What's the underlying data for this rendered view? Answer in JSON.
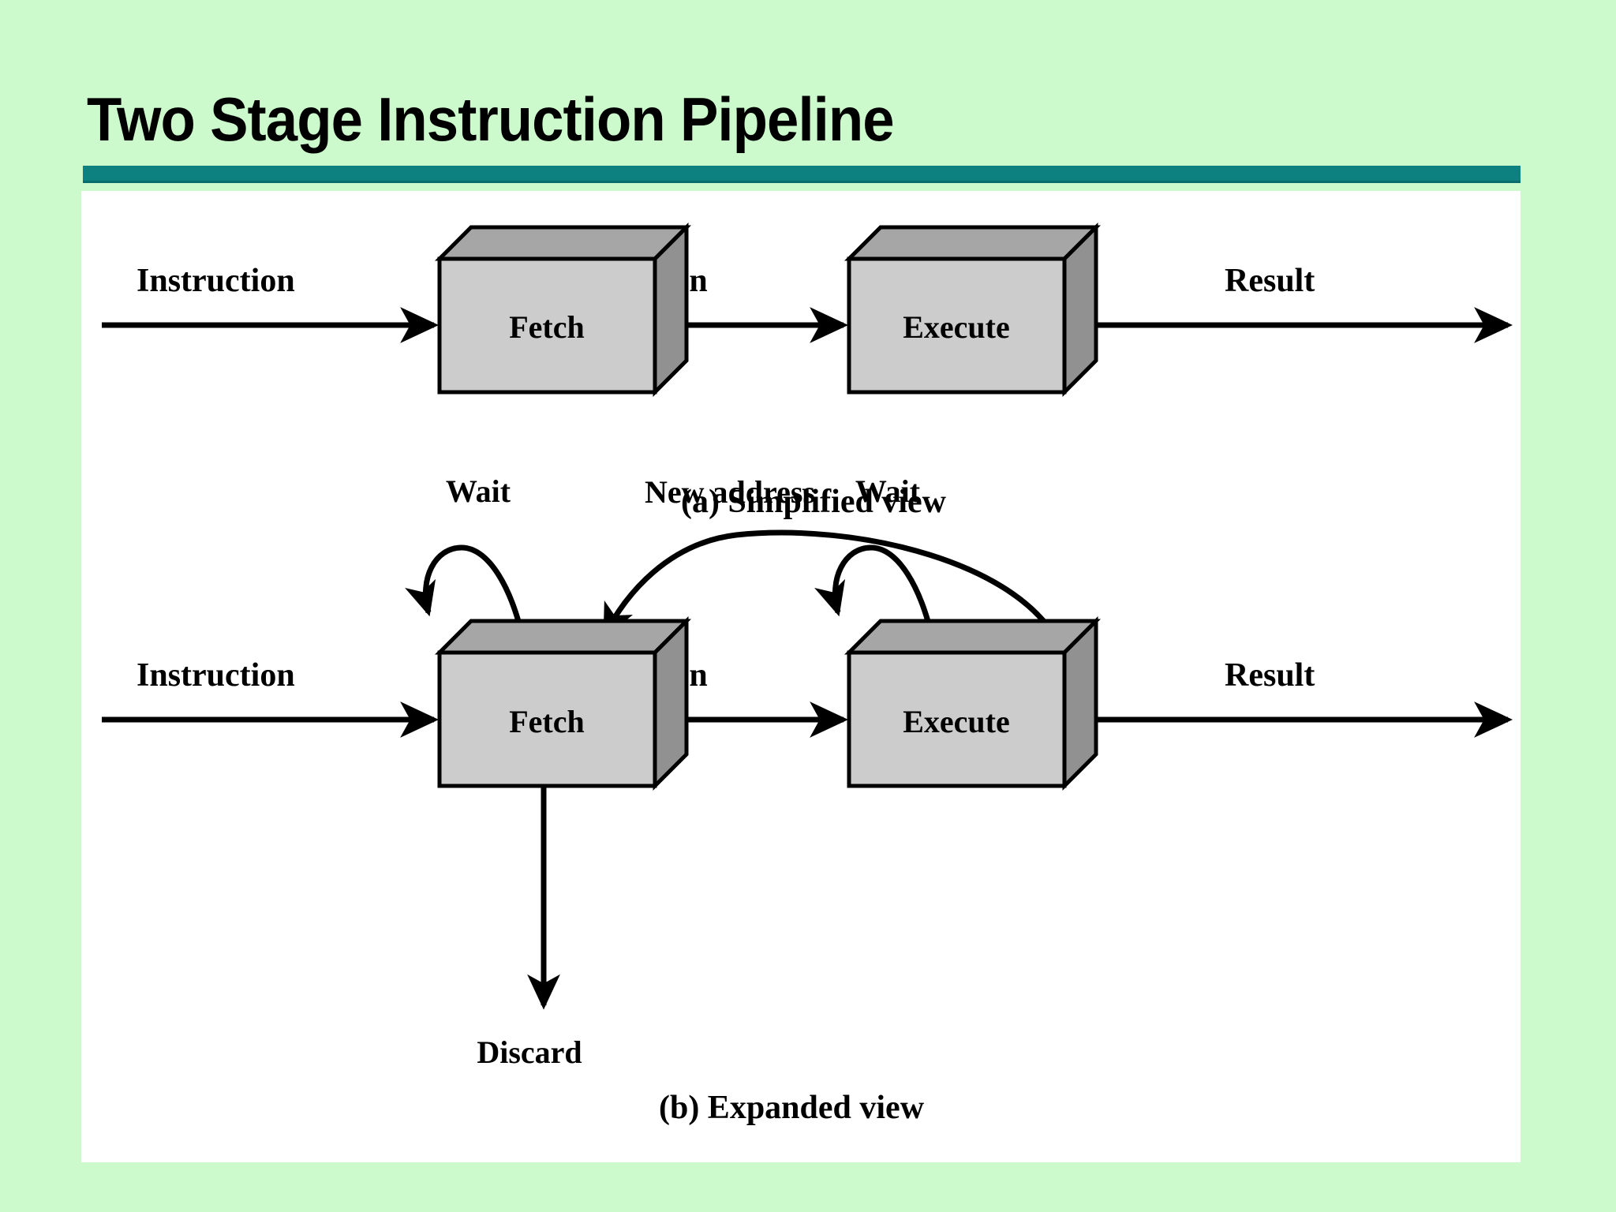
{
  "slide": {
    "title": "Two Stage Instruction Pipeline",
    "background_color": "#ccfacc",
    "rule_color": "#0d8080",
    "panel_color": "#ffffff"
  },
  "diagram": {
    "type": "block-flow-diagram",
    "colors": {
      "box_front": "#cccccc",
      "box_top": "#a6a6a6",
      "box_side": "#919191",
      "stroke": "#000000"
    },
    "part_a": {
      "caption": "(a) Simplified view",
      "boxes": [
        {
          "id": "fetch",
          "label": "Fetch"
        },
        {
          "id": "execute",
          "label": "Execute"
        }
      ],
      "flows": [
        {
          "id": "in-fetch",
          "label": "Instruction",
          "from": "input",
          "to": "fetch"
        },
        {
          "id": "fetch-execute",
          "label": "Instruction",
          "from": "fetch",
          "to": "execute"
        },
        {
          "id": "execute-out",
          "label": "Result",
          "from": "execute",
          "to": "output"
        }
      ]
    },
    "part_b": {
      "caption": "(b) Expanded view",
      "boxes": [
        {
          "id": "fetch",
          "label": "Fetch"
        },
        {
          "id": "execute",
          "label": "Execute"
        }
      ],
      "flows": [
        {
          "id": "in-fetch",
          "label": "Instruction",
          "from": "input",
          "to": "fetch"
        },
        {
          "id": "fetch-execute",
          "label": "Instruction",
          "from": "fetch",
          "to": "execute"
        },
        {
          "id": "execute-out",
          "label": "Result",
          "from": "execute",
          "to": "output"
        }
      ],
      "loops": [
        {
          "id": "fetch-wait",
          "label": "Wait",
          "on": "fetch"
        },
        {
          "id": "execute-wait",
          "label": "Wait",
          "on": "execute"
        }
      ],
      "feedback": {
        "id": "new-address",
        "label": "New address",
        "from": "execute",
        "to": "fetch"
      },
      "discard": {
        "id": "discard",
        "label": "Discard",
        "from": "fetch"
      }
    }
  }
}
